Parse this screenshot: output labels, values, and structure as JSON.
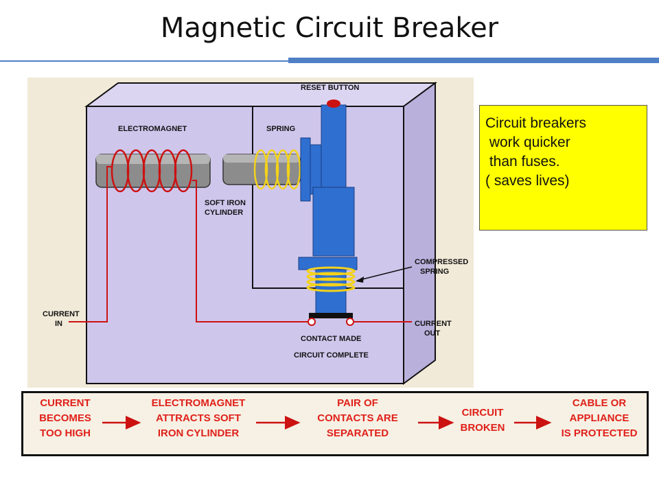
{
  "title": "Magnetic Circuit Breaker",
  "diagram": {
    "reset_button": "RESET BUTTON",
    "electromagnet": "ELECTROMAGNET",
    "spring": "SPRING",
    "soft_iron": [
      "SOFT IRON",
      "CYLINDER"
    ],
    "compressed_spring": [
      "COMPRESSED",
      "SPRING"
    ],
    "current_in": [
      "CURRENT",
      "IN"
    ],
    "current_out": [
      "CURRENT",
      "OUT"
    ],
    "contact": [
      "CONTACT MADE",
      "CIRCUIT COMPLETE"
    ]
  },
  "note": {
    "lines": [
      "Circuit breakers",
      " work quicker",
      " than fuses.",
      "( saves lives)"
    ]
  },
  "flow": {
    "steps": [
      [
        "CURRENT",
        "BECOMES",
        "TOO HIGH"
      ],
      [
        "ELECTROMAGNET",
        "ATTRACTS SOFT",
        "IRON CYLINDER"
      ],
      [
        "PAIR OF",
        "CONTACTS ARE",
        "SEPARATED"
      ],
      [
        "CIRCUIT",
        "BROKEN"
      ],
      [
        "CABLE OR",
        "APPLIANCE",
        "IS PROTECTED"
      ]
    ]
  },
  "colors": {
    "accent_rule": "#4f7fc5",
    "box_fill": "#cfc6ec",
    "wire_red": "#cc1111",
    "plunger_blue": "#2f6fd0",
    "spring_yellow": "#f4d21a",
    "flow_text": "#e0201a",
    "note_bg": "#ffff00"
  }
}
